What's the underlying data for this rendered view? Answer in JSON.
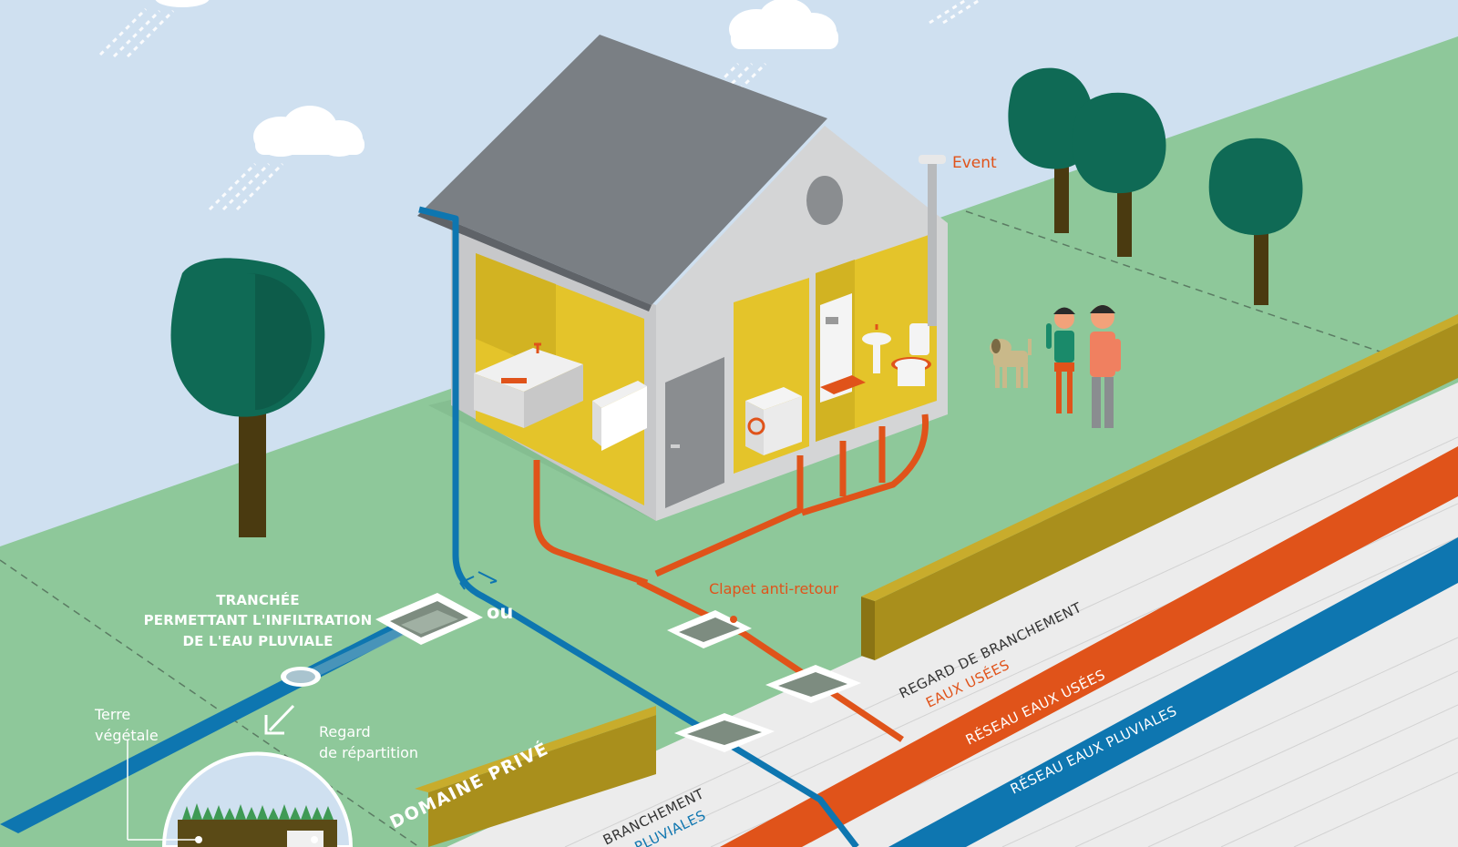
{
  "labels": {
    "event": "Event",
    "clapet": "Clapet anti-retour",
    "tranchee": [
      "TRANCHÉE",
      "PERMETTANT L'INFILTRATION",
      "DE L'EAU PLUVIALE"
    ],
    "ou": "ou",
    "terre_vegetale": [
      "Terre",
      "végétale"
    ],
    "regard_repartition": [
      "Regard",
      "de répartition"
    ],
    "domaine_prive": "DOMAINE PRIVÉ",
    "regard_branchement_usees": [
      "REGARD DE BRANCHEMENT",
      "EAUX USÉES"
    ],
    "regard_branchement_pluviales": [
      "BRANCHEMENT",
      "PLUVIALES"
    ],
    "reseau_usees": "RÉSEAU EAUX USÉES",
    "reseau_pluviales": "RÉSEAU EAUX PLUVIALES"
  },
  "colors": {
    "sky": "#cfe0f0",
    "grass": "#8ec89a",
    "wastewater": "#e0531a",
    "rainwater": "#0e76b0",
    "wall_olive": "#a98f1c",
    "room_yellow": "#e4c42a",
    "roof": "#7a7f84",
    "tree": "#0f6a55",
    "trunk": "#4a3a10"
  },
  "icons": [
    "cloud-icon",
    "rain-icon",
    "tree-icon",
    "house-icon",
    "sink-icon",
    "shower-icon",
    "toilet-icon",
    "washing-machine-icon",
    "dog-icon",
    "person-icon",
    "manhole-icon",
    "arrow-icon"
  ]
}
